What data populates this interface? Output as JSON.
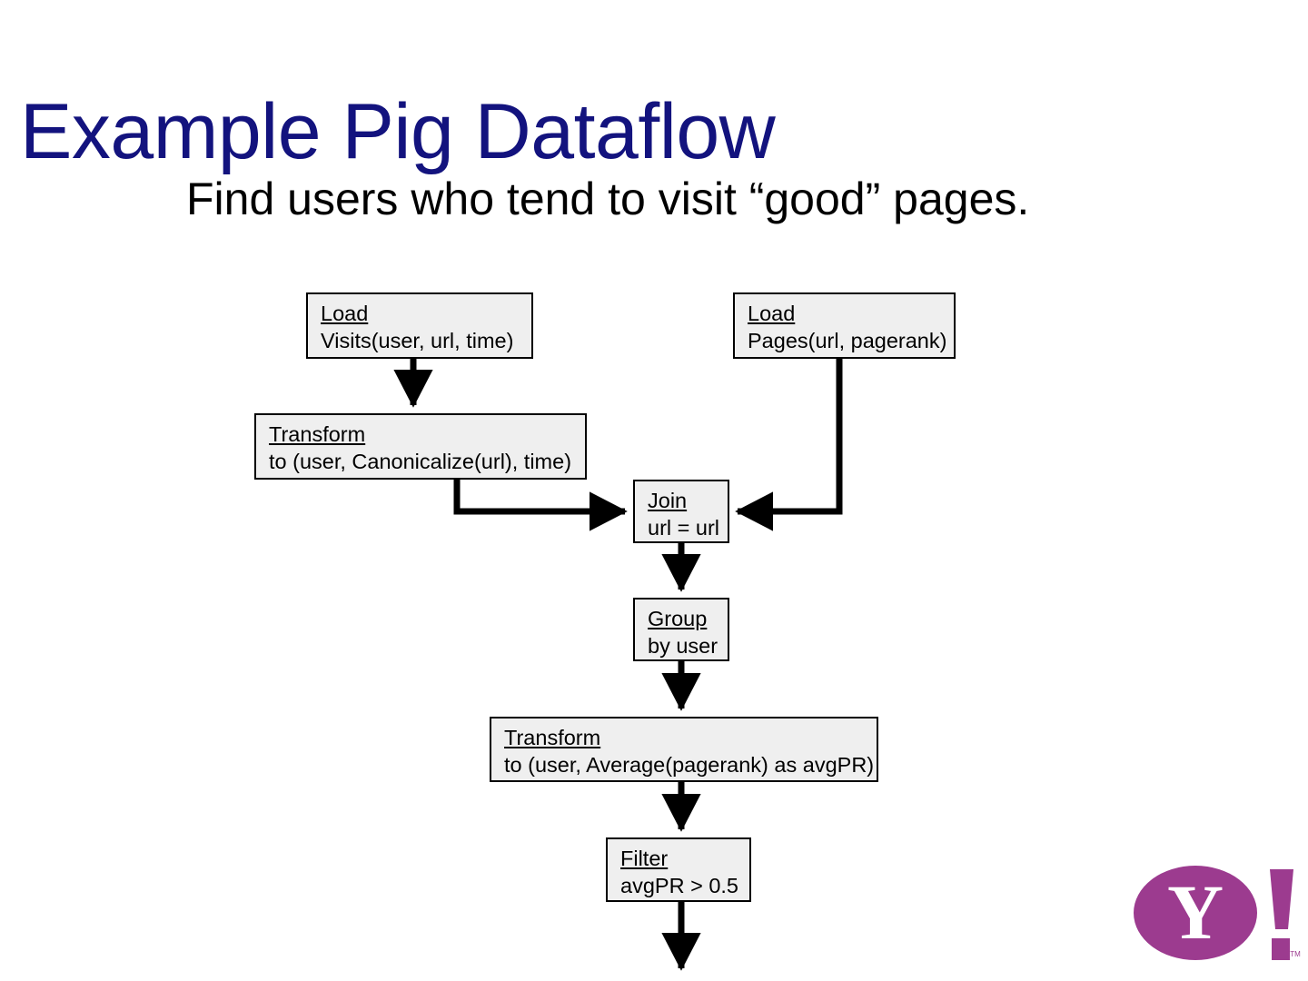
{
  "slide": {
    "title": "Example Pig Dataflow",
    "subtitle": "Find users who tend to visit “good” pages.",
    "title_color": "#13137e",
    "background_color": "#ffffff"
  },
  "diagram": {
    "node_fill": "#efefef",
    "node_border": "#000000",
    "connector_color": "#000000",
    "nodes": [
      {
        "id": "load-visits",
        "title": "Load",
        "sub": "Visits(user, url, time)"
      },
      {
        "id": "load-pages",
        "title": "Load",
        "sub": "Pages(url, pagerank)"
      },
      {
        "id": "transform-1",
        "title": "Transform",
        "sub": "to (user, Canonicalize(url), time)"
      },
      {
        "id": "join",
        "title": "Join",
        "sub": "url = url"
      },
      {
        "id": "group",
        "title": "Group",
        "sub": "by user"
      },
      {
        "id": "transform-2",
        "title": "Transform",
        "sub": "to (user, Average(pagerank) as avgPR)"
      },
      {
        "id": "filter",
        "title": "Filter",
        "sub": "avgPR > 0.5"
      }
    ],
    "edges": [
      {
        "from": "load-visits",
        "to": "transform-1",
        "style": "straight-down"
      },
      {
        "from": "transform-1",
        "to": "join",
        "style": "elbow-down-right"
      },
      {
        "from": "load-pages",
        "to": "join",
        "style": "elbow-down-left"
      },
      {
        "from": "join",
        "to": "group",
        "style": "straight-down"
      },
      {
        "from": "group",
        "to": "transform-2",
        "style": "straight-down"
      },
      {
        "from": "transform-2",
        "to": "filter",
        "style": "straight-down"
      },
      {
        "from": "filter",
        "to": "",
        "style": "straight-down-open"
      }
    ]
  },
  "branding": {
    "logo_name": "Yahoo!",
    "logo_letter": "Y",
    "logo_bang": "!",
    "logo_trademark": "TM",
    "logo_color": "#9c3b8f"
  }
}
